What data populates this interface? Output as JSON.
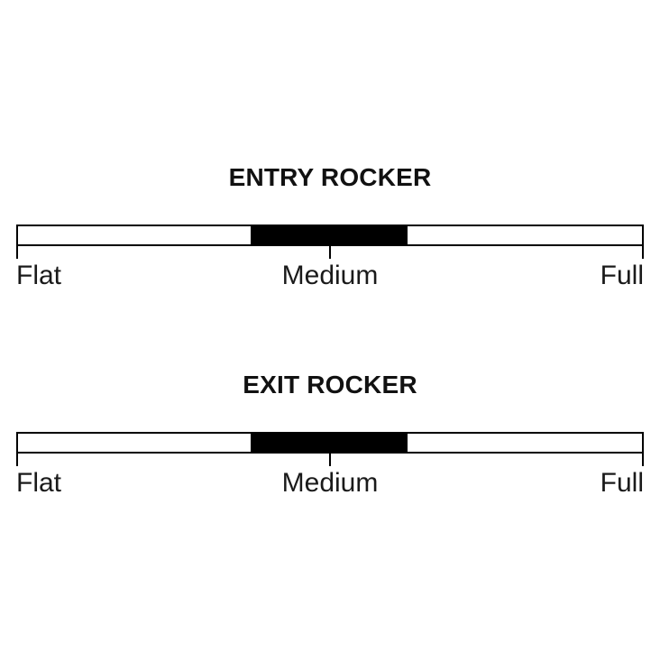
{
  "page": {
    "background": "#ffffff",
    "text_color": "#111111",
    "indicator_color": "#000000",
    "track_border_color": "#000000"
  },
  "chart_data": [
    {
      "type": "bar",
      "title": "ENTRY ROCKER",
      "categories": [
        "Flat",
        "Medium",
        "Full"
      ],
      "value": "Medium",
      "indicator": {
        "start_pct": 37.3,
        "end_pct": 62.4
      },
      "axis_range": [
        "Flat",
        "Full"
      ],
      "grid": false,
      "legend": "none"
    },
    {
      "type": "bar",
      "title": "EXIT ROCKER",
      "categories": [
        "Flat",
        "Medium",
        "Full"
      ],
      "value": "Medium",
      "indicator": {
        "start_pct": 37.3,
        "end_pct": 62.4
      },
      "axis_range": [
        "Flat",
        "Full"
      ],
      "grid": false,
      "legend": "none"
    }
  ]
}
